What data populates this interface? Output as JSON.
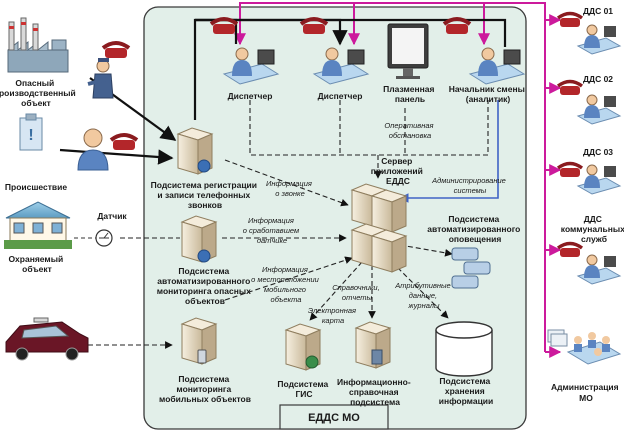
{
  "main_area": {
    "title": "ЕДДС МО"
  },
  "external_sources": {
    "hazard_object": [
      "Опасный",
      "производственный",
      "объект"
    ],
    "incident": "Происшествие",
    "guarded_object": [
      "Охраняемый",
      "объект"
    ],
    "sensor": "Датчик"
  },
  "subsystems": {
    "registration": [
      "Подсистема регистрации",
      "и записи телефонных",
      "звонков"
    ],
    "monitoring_hazard": [
      "Подсистема",
      "автоматизированного",
      "мониторинга опасных",
      "объектов"
    ],
    "monitoring_mobile": [
      "Подсистема",
      "мониторинга",
      "мобильных объектов"
    ],
    "gis": [
      "Подсистема",
      "ГИС"
    ],
    "info_ref": [
      "Информационно-",
      "справочная",
      "подсистема"
    ],
    "storage": [
      "Подсистема",
      "хранения",
      "информации"
    ],
    "notification": [
      "Подсистема",
      "автоматизированного",
      "оповещения"
    ],
    "server": [
      "Сервер",
      "приложений",
      "ЕДДС"
    ]
  },
  "staff": {
    "dispatcher_1": "Диспетчер",
    "dispatcher_2": "Диспетчер",
    "plasma": [
      "Плазменная",
      "панель"
    ],
    "shift_chief": [
      "Начальник смены",
      "(аналитик)"
    ]
  },
  "flow_notes": {
    "operative": [
      "Оперативная",
      "обстановка"
    ],
    "call_info": [
      "Информация",
      "о звонке"
    ],
    "sensor_info": [
      "Информация",
      "о сработавшем",
      "датчике"
    ],
    "mobile_info": [
      "Информация",
      "о местоположении",
      "мобильного",
      "объекта"
    ],
    "admin": [
      "Администрирование",
      "системы"
    ],
    "references": [
      "Справочники,",
      "отчеты"
    ],
    "attributes": [
      "Атрибутивные",
      "данные,",
      "журналы"
    ],
    "emap": [
      "Электронная",
      "карта"
    ]
  },
  "receivers": {
    "dds01": "ДДС 01",
    "dds02": "ДДС 02",
    "dds03": "ДДС 03",
    "dds_comm": [
      "ДДС",
      "коммунальных",
      "служб"
    ],
    "admin_mo": [
      "Администрация",
      "МО"
    ]
  },
  "colors": {
    "panel_fill": "#e2efe9",
    "panel_stroke": "#3a3a3a",
    "magenta": "#cc1a9c",
    "blue_line": "#3f63c6",
    "phone_red": "#b3262a",
    "server_beige": "#e8dcc4"
  }
}
